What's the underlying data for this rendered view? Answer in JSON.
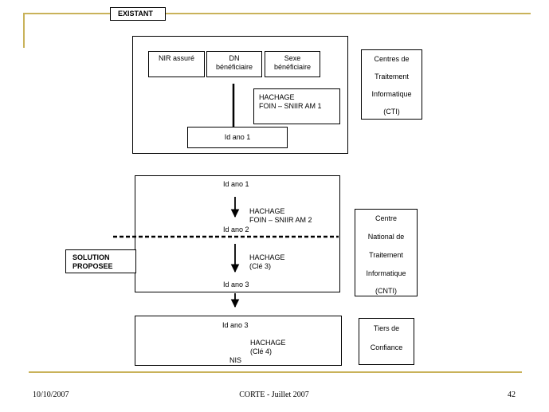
{
  "header": {
    "section_label": "EXISTANT"
  },
  "existant": {
    "field_nir": "NIR assuré",
    "field_dn_line1": "DN",
    "field_dn_line2": "bénéficiaire",
    "field_sexe_line1": "Sexe",
    "field_sexe_line2": "bénéficiaire",
    "hachage_line1": "HACHAGE",
    "hachage_line2": "FOIN – SNIIR AM 1",
    "id_ano": "Id ano 1",
    "actor_line1": "Centres de",
    "actor_line2": "Traitement",
    "actor_line3": "Informatique",
    "actor_line4": "(CTI)"
  },
  "solution": {
    "label_line1": "SOLUTION",
    "label_line2": "PROPOSEE",
    "id_ano_1": "Id ano 1",
    "hachage2_line1": "HACHAGE",
    "hachage2_line2": "FOIN – SNIIR AM 2",
    "id_ano_2": "Id ano 2",
    "hachage3_line1": "HACHAGE",
    "hachage3_line2": "(Clé 3)",
    "id_ano_3": "Id ano 3",
    "actor_line1": "Centre",
    "actor_line2": "National de",
    "actor_line3": "Traitement",
    "actor_line4": "Informatique",
    "actor_line5": "(CNTI)"
  },
  "tiers": {
    "id_ano_3": "Id  ano 3",
    "hachage4_line1": "HACHAGE",
    "hachage4_line2": "(Clé 4)",
    "nis": "NIS",
    "actor_line1": "Tiers de",
    "actor_line2": "Confiance"
  },
  "footer": {
    "date": "10/10/2007",
    "event": "CORTE - Juillet 2007",
    "page_number": "42"
  },
  "colors": {
    "accent_gold": "#c9b25a"
  }
}
